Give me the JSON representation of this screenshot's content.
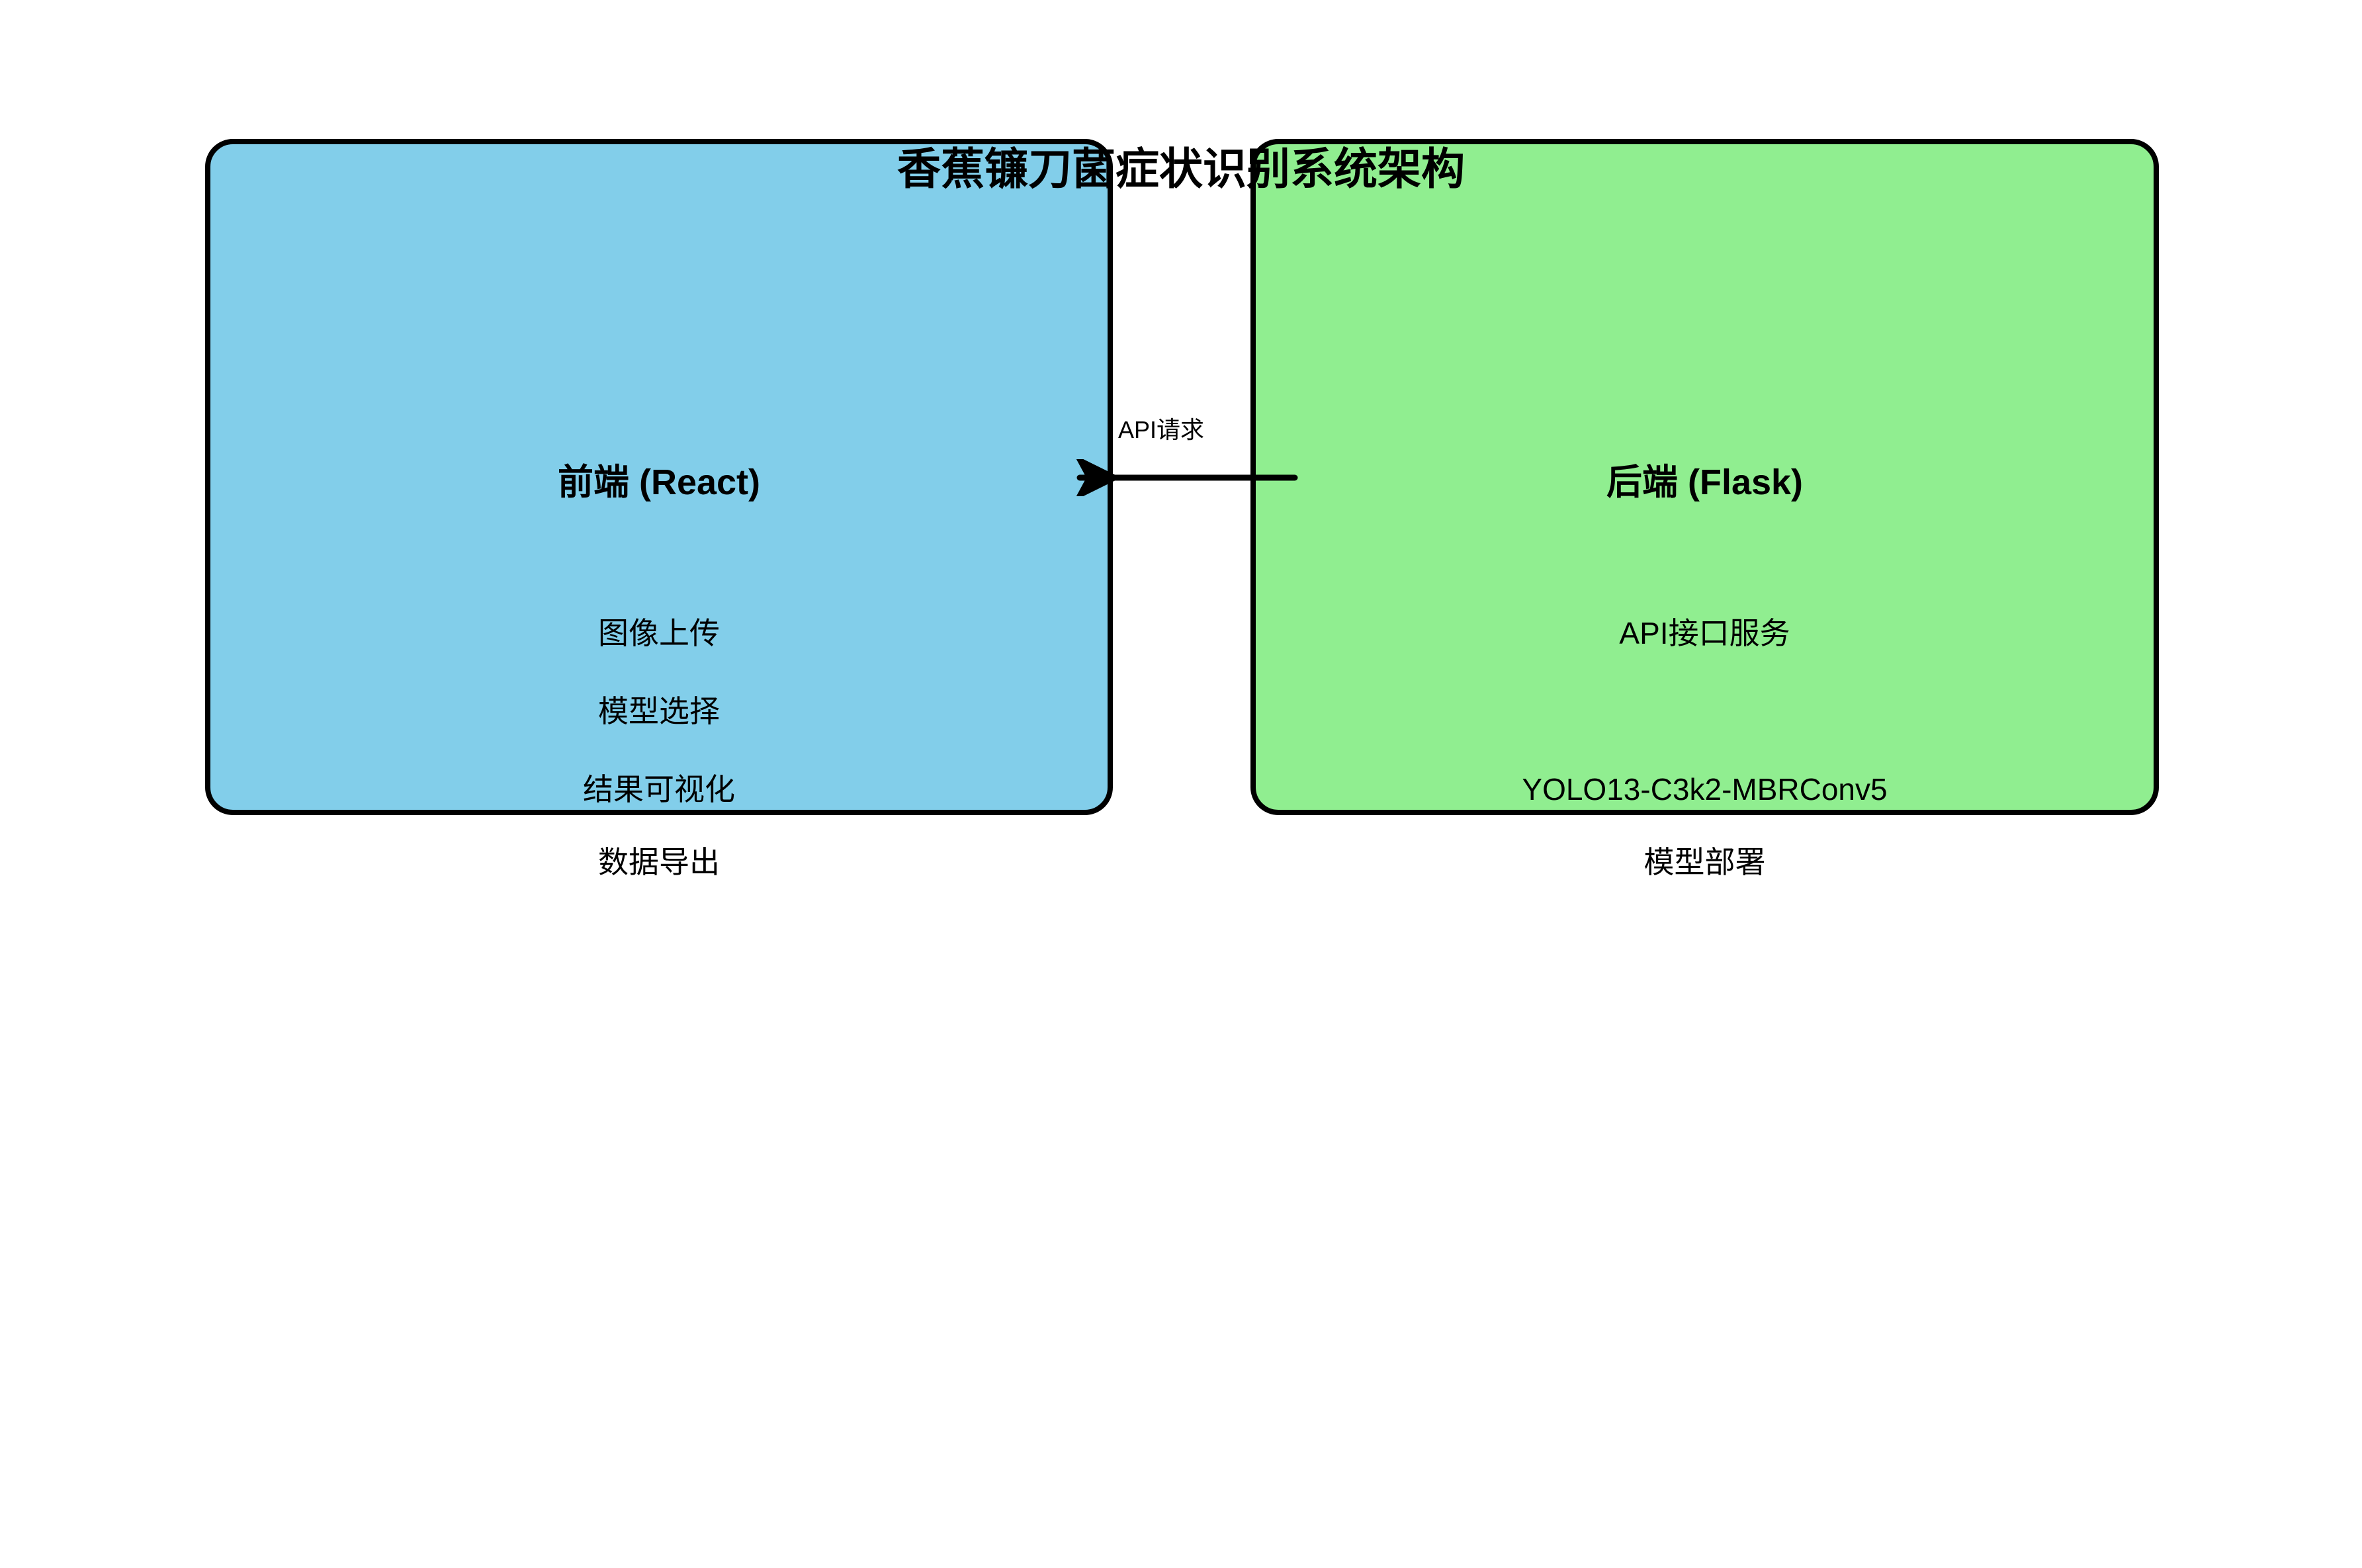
{
  "diagram": {
    "title": "香蕉镰刀菌症状识别系统架构",
    "background": "#FFFFFF",
    "nodes": {
      "frontend": {
        "title": "前端 (React)",
        "color": "#82CEEA",
        "border_color": "#000000",
        "items": [
          "图像上传",
          "模型选择",
          "结果可视化"
        ],
        "caption": "数据导出"
      },
      "backend": {
        "title": "后端 (Flask)",
        "color": "#90EE90",
        "border_color": "#000000",
        "items": [
          "API接口服务",
          "YOLO13-C3k2-MBRConv5"
        ],
        "caption": "模型部署"
      }
    },
    "connector": {
      "label": "API请求",
      "direction": "backend-to-frontend",
      "color": "#000000"
    }
  }
}
